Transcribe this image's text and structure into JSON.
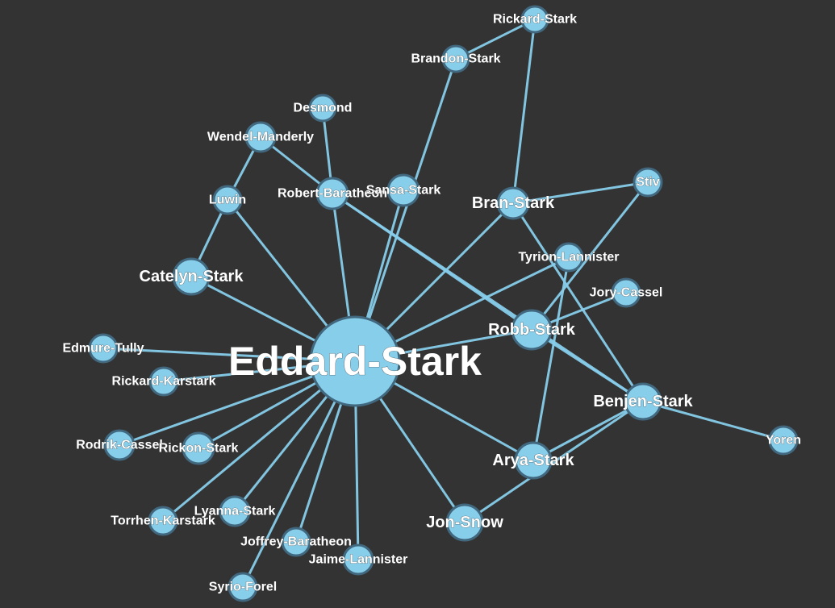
{
  "nodes": [
    {
      "id": "eddard",
      "label": "Eddard-Stark"
    },
    {
      "id": "rickard_stark",
      "label": "Rickard-Stark"
    },
    {
      "id": "brandon",
      "label": "Brandon-Stark"
    },
    {
      "id": "desmond",
      "label": "Desmond"
    },
    {
      "id": "wendel",
      "label": "Wendel-Manderly"
    },
    {
      "id": "luwin",
      "label": "Luwin"
    },
    {
      "id": "robert",
      "label": "Robert-Baratheon"
    },
    {
      "id": "sansa",
      "label": "Sansa-Stark"
    },
    {
      "id": "bran",
      "label": "Bran-Stark"
    },
    {
      "id": "stiv",
      "label": "Stiv"
    },
    {
      "id": "tyrion",
      "label": "Tyrion-Lannister"
    },
    {
      "id": "jory",
      "label": "Jory-Cassel"
    },
    {
      "id": "catelyn",
      "label": "Catelyn-Stark"
    },
    {
      "id": "robb",
      "label": "Robb-Stark"
    },
    {
      "id": "edmure",
      "label": "Edmure-Tully"
    },
    {
      "id": "rickard_karstark",
      "label": "Rickard-Karstark"
    },
    {
      "id": "benjen",
      "label": "Benjen-Stark"
    },
    {
      "id": "yoren",
      "label": "Yoren"
    },
    {
      "id": "rodrik",
      "label": "Rodrik-Cassel"
    },
    {
      "id": "rickon",
      "label": "Rickon-Stark"
    },
    {
      "id": "arya",
      "label": "Arya-Stark"
    },
    {
      "id": "torrhen",
      "label": "Torrhen-Karstark"
    },
    {
      "id": "lyanna",
      "label": "Lyanna-Stark"
    },
    {
      "id": "jon",
      "label": "Jon-Snow"
    },
    {
      "id": "joffrey",
      "label": "Joffrey-Baratheon"
    },
    {
      "id": "jaime",
      "label": "Jaime-Lannister"
    },
    {
      "id": "syrio",
      "label": "Syrio-Forel"
    }
  ],
  "edges": [
    [
      "rickard_stark",
      "brandon"
    ],
    [
      "rickard_stark",
      "bran"
    ],
    [
      "brandon",
      "eddard"
    ],
    [
      "desmond",
      "robert"
    ],
    [
      "wendel",
      "luwin"
    ],
    [
      "wendel",
      "robert"
    ],
    [
      "luwin",
      "catelyn"
    ],
    [
      "luwin",
      "eddard"
    ],
    [
      "robert",
      "eddard"
    ],
    [
      "robert",
      "robb"
    ],
    [
      "robert",
      "benjen"
    ],
    [
      "sansa",
      "eddard"
    ],
    [
      "bran",
      "eddard"
    ],
    [
      "bran",
      "stiv"
    ],
    [
      "bran",
      "benjen"
    ],
    [
      "stiv",
      "robb"
    ],
    [
      "tyrion",
      "eddard"
    ],
    [
      "tyrion",
      "arya"
    ],
    [
      "jory",
      "robb"
    ],
    [
      "catelyn",
      "eddard"
    ],
    [
      "robb",
      "eddard"
    ],
    [
      "robb",
      "benjen"
    ],
    [
      "edmure",
      "eddard"
    ],
    [
      "rickard_karstark",
      "eddard"
    ],
    [
      "benjen",
      "yoren"
    ],
    [
      "benjen",
      "arya"
    ],
    [
      "benjen",
      "jon"
    ],
    [
      "rodrik",
      "eddard"
    ],
    [
      "rickon",
      "eddard"
    ],
    [
      "arya",
      "eddard"
    ],
    [
      "torrhen",
      "eddard"
    ],
    [
      "lyanna",
      "eddard"
    ],
    [
      "jon",
      "eddard"
    ],
    [
      "joffrey",
      "eddard"
    ],
    [
      "jaime",
      "eddard"
    ],
    [
      "syrio",
      "eddard"
    ]
  ],
  "colors": {
    "background": "#333333",
    "node_fill": "#87ceeb",
    "node_stroke": "#41687e",
    "edge": "#87ceeb",
    "label": "#ffffff"
  }
}
